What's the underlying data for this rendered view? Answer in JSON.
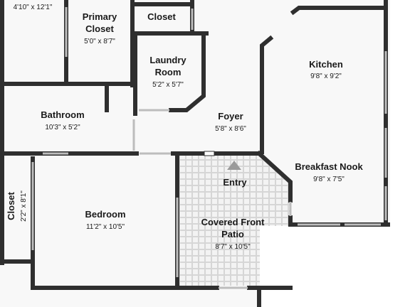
{
  "rooms": {
    "bath_top": {
      "dims": "4'10\" x 12'1\""
    },
    "primary_closet": {
      "name_1": "Primary",
      "name_2": "Closet",
      "dims": "5'0\" x 8'7\""
    },
    "closet_top": {
      "name": "Closet"
    },
    "laundry": {
      "name_1": "Laundry",
      "name_2": "Room",
      "dims": "5'2\" x 5'7\""
    },
    "kitchen": {
      "name": "Kitchen",
      "dims": "9'8\" x 9'2\""
    },
    "bathroom": {
      "name": "Bathroom",
      "dims": "10'3\" x 5'2\""
    },
    "foyer": {
      "name": "Foyer",
      "dims": "5'8\" x 8'6\""
    },
    "breakfast": {
      "name": "Breakfast Nook",
      "dims": "9'8\" x 7'5\""
    },
    "entry": {
      "name": "Entry"
    },
    "closet_side": {
      "name": "Closet",
      "dims": "2'2\" x 8'1\""
    },
    "bedroom": {
      "name": "Bedroom",
      "dims": "11'2\" x 10'5\""
    },
    "patio": {
      "name_1": "Covered Front",
      "name_2": "Patio",
      "dims": "8'7\" x 10'5\""
    }
  },
  "colors": {
    "wall": "#2f2f2f",
    "floor": "#f7f7f7",
    "patio_tile": "#ececec",
    "entry_marker": "#9a9a9a"
  }
}
